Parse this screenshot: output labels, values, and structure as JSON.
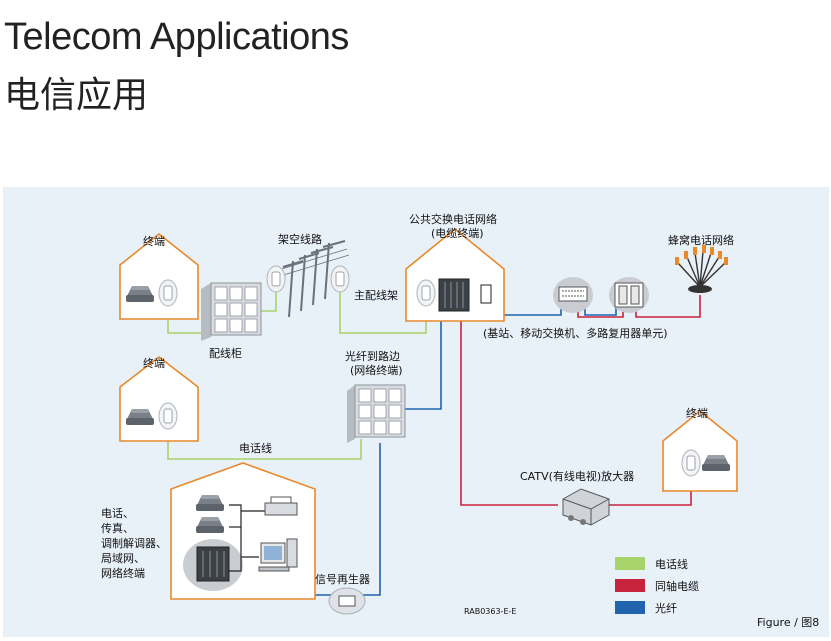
{
  "header": {
    "title_en": "Telecom Applications",
    "title_zh": "电信应用"
  },
  "diagram": {
    "labels": {
      "terminal_top": "终端",
      "overhead_line": "架空线路",
      "pstn": "公共交换电话网络",
      "pstn_sub": "(电缆终端)",
      "cellular": "蜂窝电话网络",
      "main_frame": "主配线架",
      "cabinet": "配线柜",
      "fiber_curb": "光纤到路边",
      "fiber_curb_sub": "(网络终端)",
      "base_station": "(基站、移动交换机、多路复用器单元)",
      "terminal_mid": "终端",
      "phone_line": "电话线",
      "terminal_right": "终端",
      "catv_amp": "CATV(有线电视)放大器",
      "devices_1": "电话、",
      "devices_2": "传真、",
      "devices_3": "调制解调器、",
      "devices_4": "局域网、",
      "devices_5": "网络终端",
      "regenerator": "信号再生器",
      "ref_code": "RAB0363-E-E",
      "figure": "Figure / 图8"
    },
    "legend": [
      {
        "label": "电话线",
        "color": "#a8d26a"
      },
      {
        "label": "同轴电缆",
        "color": "#c8233c"
      },
      {
        "label": "光纤",
        "color": "#1f64ad"
      }
    ],
    "colors": {
      "house_outline": "#e8892a",
      "phone_line": "#a8d26a",
      "coax": "#c8233c",
      "fiber": "#1f64ad"
    }
  }
}
